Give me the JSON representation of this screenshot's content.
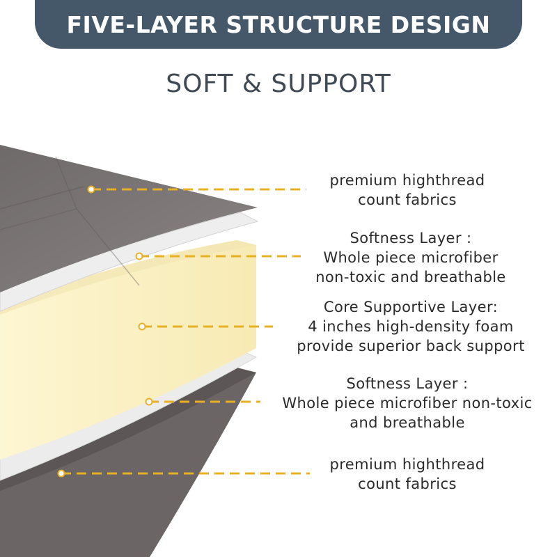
{
  "header": {
    "title": "FIVE-LAYER STRUCTURE DESIGN",
    "subtitle": "SOFT & SUPPORT"
  },
  "colors": {
    "banner": "#44586a",
    "fabric": "#7b7675",
    "foam": "#fbf3c9",
    "microfiber": "#ededed",
    "callout_line": "#e8b124"
  },
  "layers": [
    {
      "lines": [
        "premium highthread",
        "count fabrics"
      ]
    },
    {
      "lines": [
        "Softness Layer :",
        "Whole piece microfiber",
        "non-toxic and breathable"
      ]
    },
    {
      "lines": [
        "Core Supportive Layer:",
        "4 inches high-density foam",
        "provide superior back support"
      ]
    },
    {
      "lines": [
        "Softness Layer :",
        "Whole piece microfiber non-toxic",
        "and breathable"
      ]
    },
    {
      "lines": [
        "premium highthread",
        "count fabrics"
      ]
    }
  ]
}
